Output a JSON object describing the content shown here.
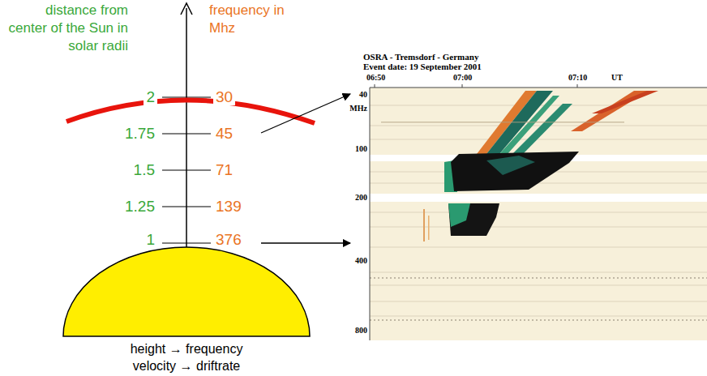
{
  "diagram": {
    "labels": [
      "distance from center of the Sun in solar radii",
      "frequency in Mhz",
      "2",
      "30",
      "1.75",
      "45",
      "1.5",
      "71",
      "1.25",
      "139",
      "1",
      "376",
      "height → frequency",
      "velocity → driftrate",
      "OSRA - Tremsdorf - Germany",
      "Event date: 19 September 2001",
      "06:50",
      "07:00",
      "07:10",
      "UT",
      "40",
      "MHz",
      "100",
      "200",
      "400",
      "800"
    ]
  }
}
